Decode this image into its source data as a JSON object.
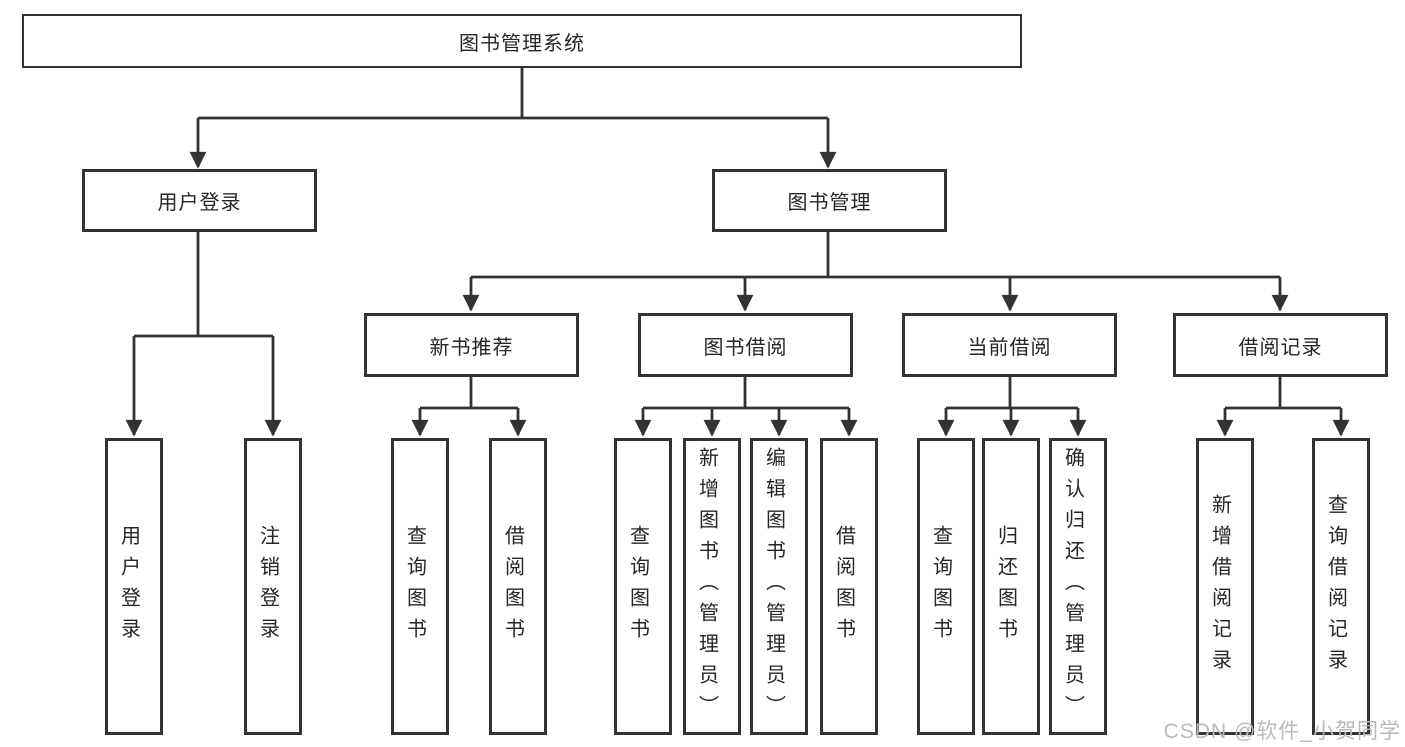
{
  "diagram": {
    "root": {
      "label": "图书管理系统"
    },
    "level2": [
      {
        "id": "user-login",
        "label": "用户登录",
        "parent": "图书管理系统"
      },
      {
        "id": "book-management",
        "label": "图书管理",
        "parent": "图书管理系统"
      }
    ],
    "level3": [
      {
        "id": "new-book-recommend",
        "label": "新书推荐",
        "parent": "图书管理"
      },
      {
        "id": "book-borrowing",
        "label": "图书借阅",
        "parent": "图书管理"
      },
      {
        "id": "current-borrowing",
        "label": "当前借阅",
        "parent": "图书管理"
      },
      {
        "id": "borrowing-records",
        "label": "借阅记录",
        "parent": "图书管理"
      }
    ],
    "leaves": [
      {
        "id": "user-login-action",
        "label": "用户登录",
        "parent": "用户登录"
      },
      {
        "id": "logout",
        "label": "注销登录",
        "parent": "用户登录"
      },
      {
        "id": "query-books-recommend",
        "label": "查询图书",
        "parent": "新书推荐"
      },
      {
        "id": "borrow-books-recommend",
        "label": "借阅图书",
        "parent": "新书推荐"
      },
      {
        "id": "query-books-borrow",
        "label": "查询图书",
        "parent": "图书借阅"
      },
      {
        "id": "add-books-admin",
        "label": "新增图书（管理员）",
        "parent": "图书借阅"
      },
      {
        "id": "edit-books-admin",
        "label": "编辑图书（管理员）",
        "parent": "图书借阅"
      },
      {
        "id": "borrow-books",
        "label": "借阅图书",
        "parent": "图书借阅"
      },
      {
        "id": "query-books-current",
        "label": "查询图书",
        "parent": "当前借阅"
      },
      {
        "id": "return-books",
        "label": "归还图书",
        "parent": "当前借阅"
      },
      {
        "id": "confirm-return-admin",
        "label": "确认归还（管理员）",
        "parent": "当前借阅"
      },
      {
        "id": "add-borrow-record",
        "label": "新增借阅记录",
        "parent": "借阅记录"
      },
      {
        "id": "query-borrow-record",
        "label": "查询借阅记录",
        "parent": "借阅记录"
      }
    ],
    "watermark": "CSDN @软件_小贺同学",
    "colors": {
      "border": "#333333",
      "line": "#333333",
      "text": "#262626",
      "watermark": "#b9b9b9",
      "background": "#ffffff"
    }
  }
}
